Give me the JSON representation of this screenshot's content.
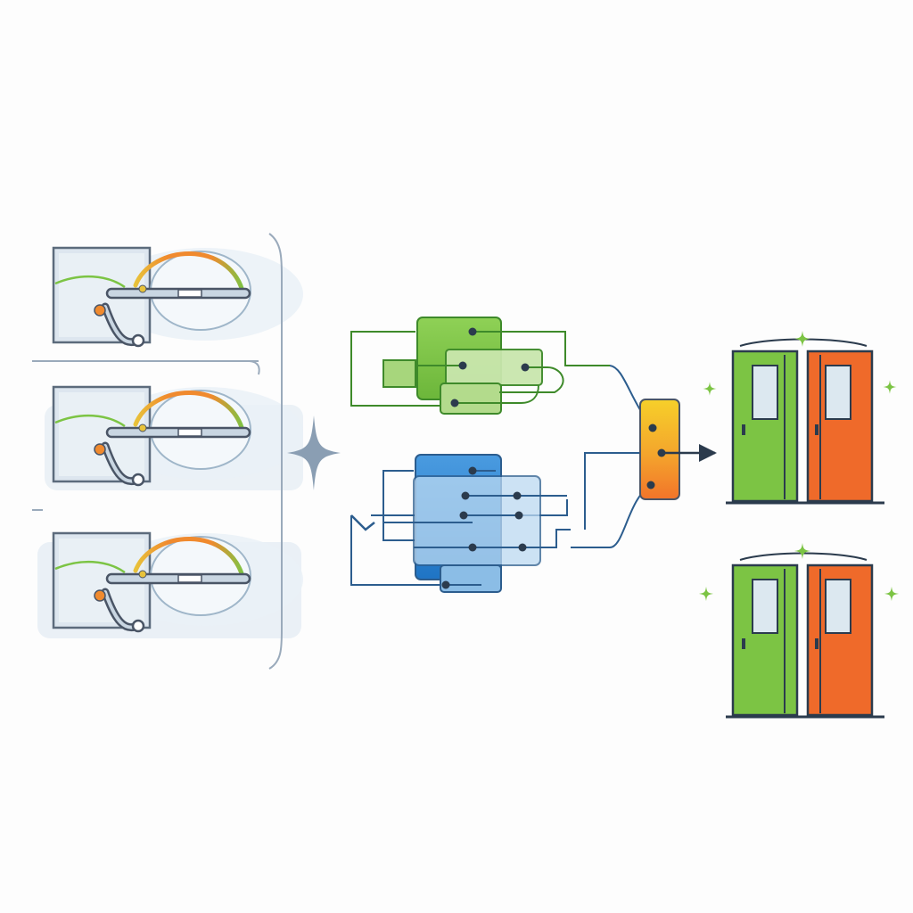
{
  "colors": {
    "background": "#fdfdfd",
    "stroke_dark": "#4a5566",
    "panel_fill": "#e6edf4",
    "panel_border": "#5c6b7c",
    "arc_orange": "#f08a2e",
    "arc_yellow": "#e8c23a",
    "arc_green": "#7cc444",
    "green_box": "#7cc444",
    "green_box_light": "#c9e6ad",
    "green_line": "#3e8a2a",
    "blue_box": "#2f86cf",
    "blue_box_light": "#bcdaf2",
    "blue_line": "#2c5d8e",
    "connector_node": "#2b3b4d",
    "merge_gradient_top": "#f6d02a",
    "merge_gradient_bottom": "#f2742a",
    "door_green": "#7cc444",
    "door_orange": "#ef6a2a",
    "door_window": "#dce8f0",
    "sparkle_green": "#7cc444",
    "divider": "#9aaabb",
    "star": "#8a9eb3"
  },
  "icons": {
    "mechanism_panels": "lever-gauge-mechanism-icon",
    "separator": "four-point-star-icon",
    "green_stack": "stacked-green-cards-icon",
    "blue_stack": "stacked-blue-cards-icon",
    "merge_node": "gradient-merge-node-icon",
    "output_arrow": "arrow-right-icon",
    "door_pair": "double-door-icon",
    "sparkle": "sparkle-icon"
  },
  "mechanism_panels": [
    {
      "id": "mechanism-panel-1"
    },
    {
      "id": "mechanism-panel-2"
    },
    {
      "id": "mechanism-panel-3"
    }
  ],
  "door_pairs": [
    {
      "id": "door-pair-top"
    },
    {
      "id": "door-pair-bottom"
    }
  ]
}
